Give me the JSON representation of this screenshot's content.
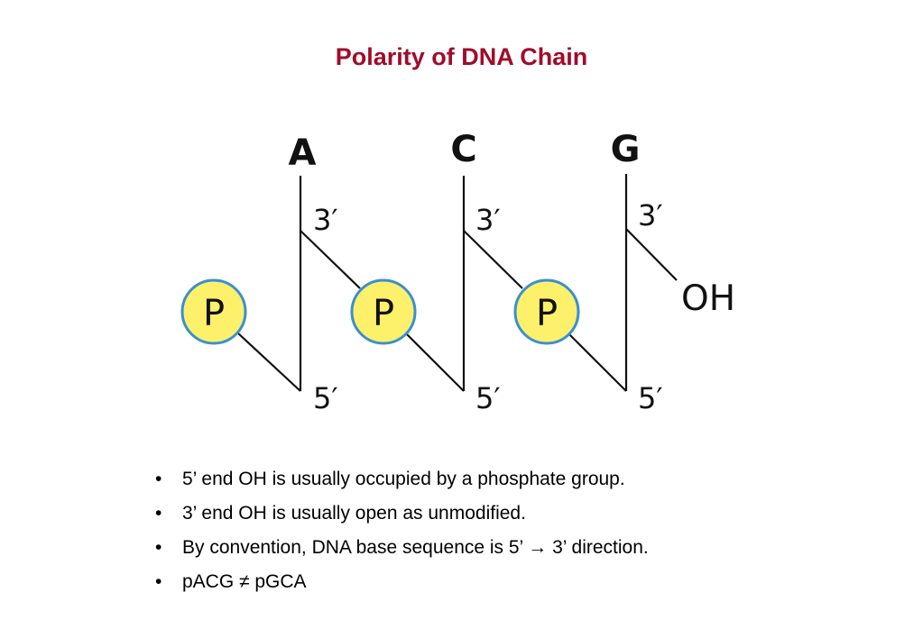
{
  "title": "Polarity of DNA Chain",
  "diagram": {
    "units": [
      {
        "base": "A",
        "phosphate": "P",
        "three_prime": "3′",
        "five_prime": "5′"
      },
      {
        "base": "C",
        "phosphate": "P",
        "three_prime": "3′",
        "five_prime": "5′"
      },
      {
        "base": "G",
        "phosphate": "P",
        "three_prime": "3′",
        "five_prime": "5′"
      }
    ],
    "terminal_group": "OH",
    "colors": {
      "phosphate_fill": "#fdf06a",
      "phosphate_stroke": "#3a8fd0",
      "line": "#111111",
      "title": "#a00c2b"
    }
  },
  "bullets": [
    "5’ end OH is usually occupied by a phosphate group.",
    "3’ end OH is usually open as unmodified.",
    "By convention, DNA base sequence is 5’ → 3’ direction.",
    "pACG ≠ pGCA"
  ],
  "bullet_marker": "•"
}
